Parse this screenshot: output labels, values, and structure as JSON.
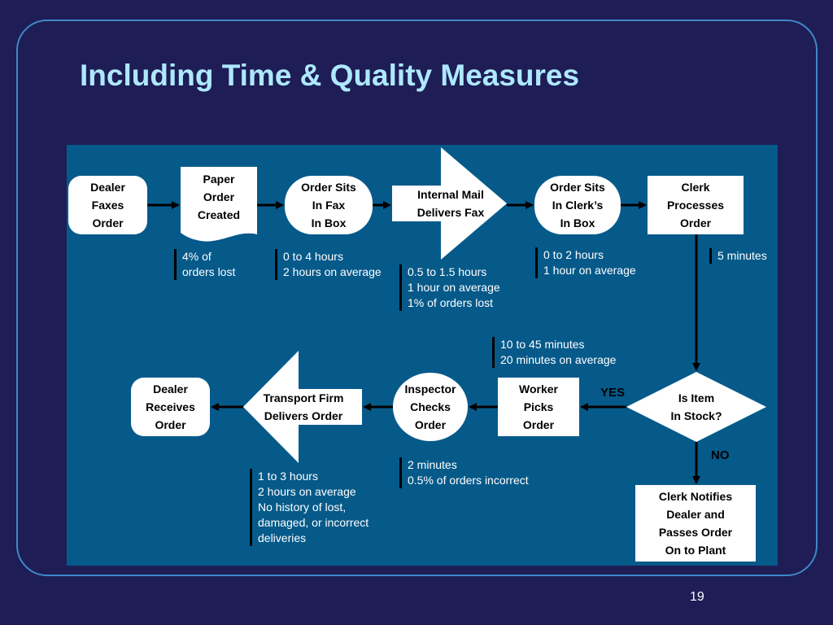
{
  "title": "Including Time & Quality Measures",
  "page_number": "19",
  "nodes": {
    "dealer_faxes": "Dealer\nFaxes\nOrder",
    "paper_order": "Paper\nOrder\nCreated",
    "order_sits_fax": "Order Sits\nIn Fax\nIn Box",
    "internal_mail": "Internal Mail\nDelivers Fax",
    "order_sits_clerk": "Order Sits\nIn Clerk’s\nIn Box",
    "clerk_processes": "Clerk\nProcesses\nOrder",
    "is_item_in_stock": "Is Item\nIn Stock?",
    "worker_picks": "Worker\nPicks\nOrder",
    "inspector_checks": "Inspector\nChecks\nOrder",
    "transport_firm": "Transport Firm\nDelivers Order",
    "dealer_receives": "Dealer\nReceives\nOrder",
    "clerk_notifies": "Clerk Notifies\nDealer and\nPasses Order\nOn to Plant"
  },
  "branches": {
    "yes": "YES",
    "no": "NO"
  },
  "notes": {
    "paper_order": "4% of\norders lost",
    "order_sits_fax": "0 to 4 hours\n2 hours on average",
    "internal_mail": "0.5 to 1.5 hours\n1 hour on average\n1% of orders lost",
    "order_sits_clerk": "0 to 2 hours\n1 hour on average",
    "clerk_processes": "5  minutes",
    "worker_picks": "10 to 45 minutes\n20 minutes on average",
    "inspector_checks": "2 minutes\n0.5% of orders incorrect",
    "transport_firm": "1 to 3 hours\n2 hours on average\nNo history of lost,\ndamaged, or incorrect\ndeliveries"
  }
}
